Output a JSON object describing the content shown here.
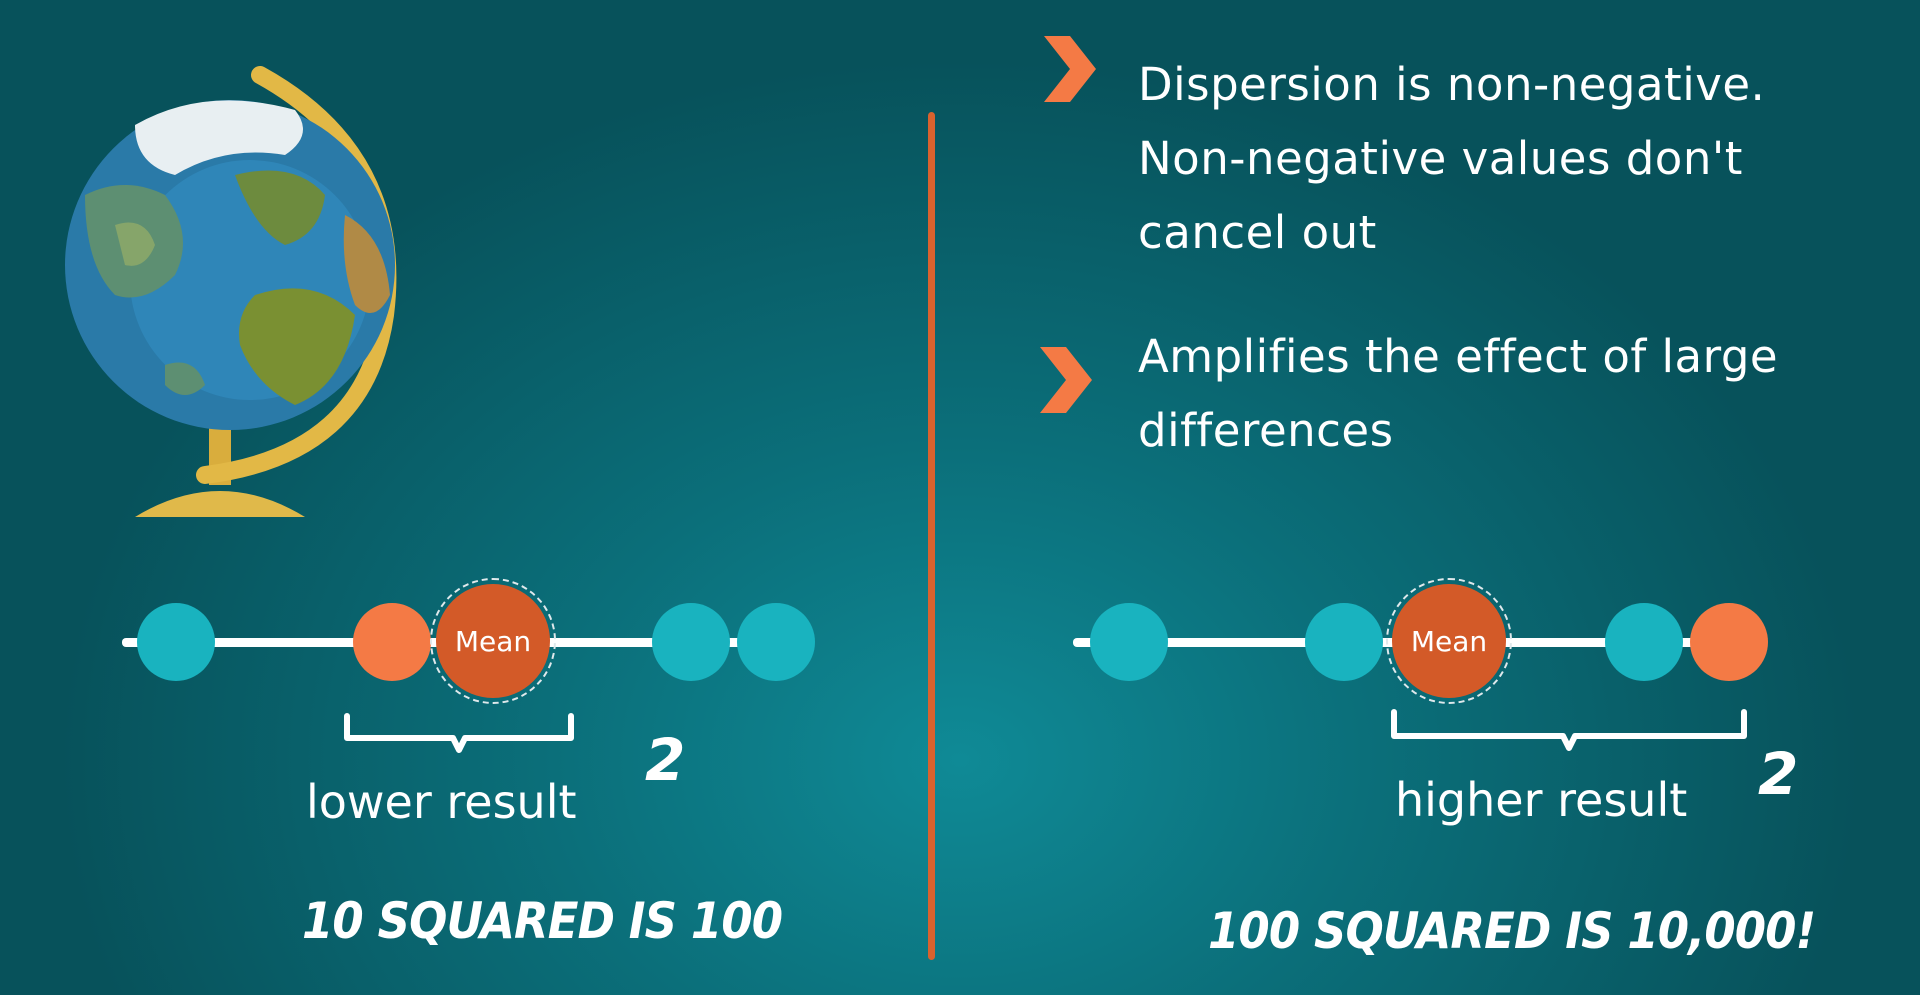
{
  "bullets": [
    {
      "lines": [
        "Dispersion is non-negative.",
        "Non-negative values don't",
        "cancel out"
      ]
    },
    {
      "lines": [
        "Amplifies the effect of large",
        "differences"
      ]
    }
  ],
  "left_panel": {
    "mean_label": "Mean",
    "result_label": "lower result",
    "exponent": "2",
    "caption": "10 SQUARED IS 100"
  },
  "right_panel": {
    "mean_label": "Mean",
    "result_label": "higher result",
    "exponent": "2",
    "caption": "100 SQUARED IS 10,000!"
  },
  "colors": {
    "background": "#0b6f7a",
    "accent_orange": "#f47a45",
    "mean_orange": "#d35a28",
    "teal_dot": "#19b3bf",
    "divider": "#d9622e"
  },
  "icons": [
    "globe-icon",
    "chevron-right-icon"
  ]
}
